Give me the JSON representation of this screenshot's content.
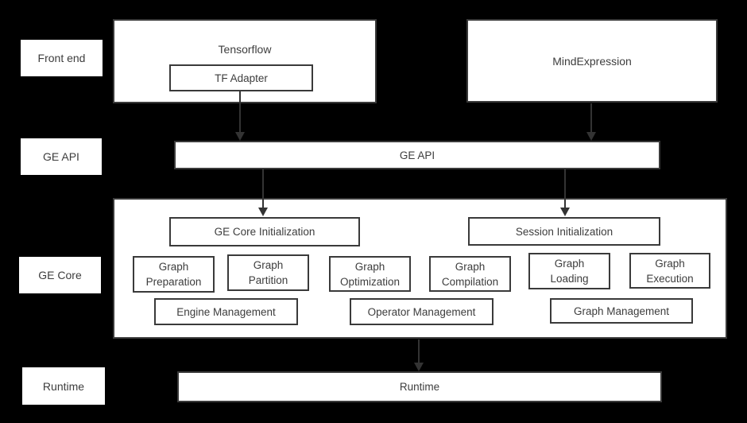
{
  "colors": {
    "background": "#000000",
    "box_fill": "#ffffff",
    "border": "#3a3a3a",
    "text": "#3d3d3d",
    "arrow": "#333333"
  },
  "side_labels": [
    {
      "label": "Front end"
    },
    {
      "label": "GE API"
    },
    {
      "label": "GE Core"
    },
    {
      "label": "Runtime"
    }
  ],
  "front_end": {
    "tensorflow": {
      "title": "Tensorflow",
      "adapter_label": "TF Adapter"
    },
    "mind_expression": {
      "title": "MindExpression"
    }
  },
  "ge_api": {
    "label": "GE API"
  },
  "ge_core": {
    "initialization": [
      {
        "label": "GE Core Initialization"
      },
      {
        "label": "Session Initialization"
      }
    ],
    "stages": [
      {
        "lines": [
          "Graph",
          "Preparation"
        ]
      },
      {
        "lines": [
          "Graph",
          "Partition"
        ]
      },
      {
        "lines": [
          "Graph",
          "Optimization"
        ]
      },
      {
        "lines": [
          "Graph",
          "Compilation"
        ]
      },
      {
        "lines": [
          "Graph",
          "Loading"
        ]
      },
      {
        "lines": [
          "Graph",
          "Execution"
        ]
      }
    ],
    "management": [
      {
        "label": "Engine Management"
      },
      {
        "label": "Operator Management"
      },
      {
        "label": "Graph Management"
      }
    ]
  },
  "runtime": {
    "label": "Runtime"
  },
  "connections": [
    {
      "from": "TF Adapter",
      "to": "GE API"
    },
    {
      "from": "MindExpression",
      "to": "GE API"
    },
    {
      "from": "GE API",
      "to": "GE Core Initialization"
    },
    {
      "from": "GE API",
      "to": "Session Initialization"
    },
    {
      "from": "GE Core",
      "to": "Runtime"
    }
  ]
}
